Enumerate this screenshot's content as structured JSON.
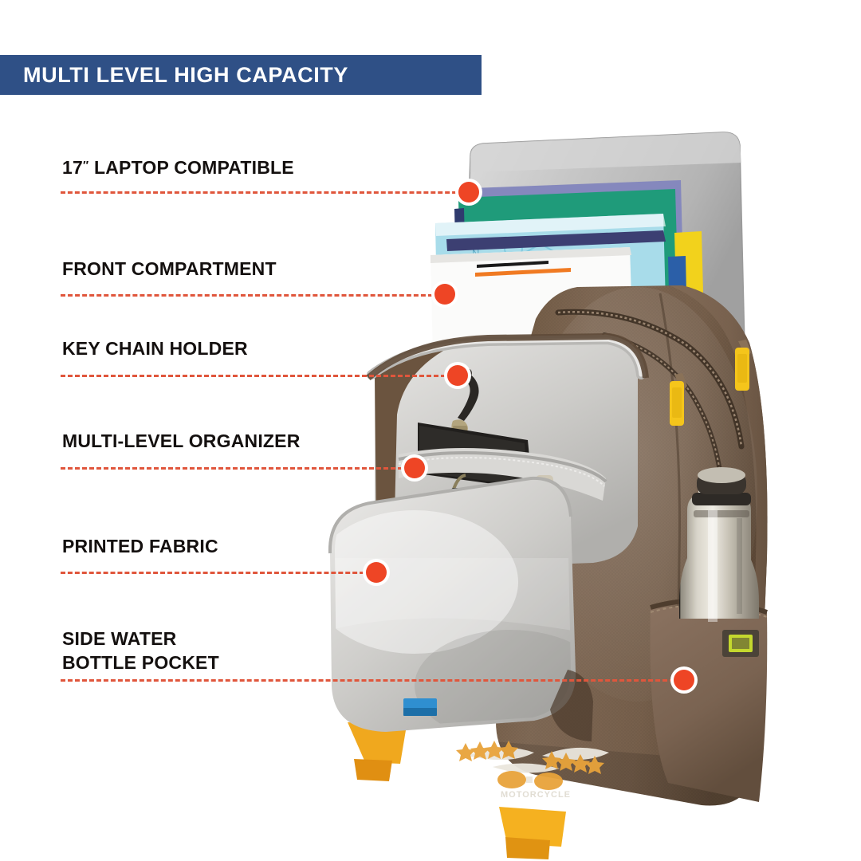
{
  "header": {
    "title": "MULTI LEVEL HIGH CAPACITY",
    "banner_color": "#2f5086",
    "banner_text_color": "#ffffff"
  },
  "accent": {
    "dot_color": "#ee4525",
    "dash_color": "#e0563c",
    "label_color": "#14100f"
  },
  "callouts": [
    {
      "id": "laptop",
      "label_main": "17",
      "label_sup": "″",
      "label_rest": "LAPTOP COMPATIBLE",
      "two_line": false
    },
    {
      "id": "front",
      "label_line1": "FRONT COMPARTMENT",
      "two_line": false
    },
    {
      "id": "keychain",
      "label_line1": "KEY CHAIN HOLDER",
      "two_line": false
    },
    {
      "id": "organizer",
      "label_line1": "MULTI-LEVEL ORGANIZER",
      "two_line": false
    },
    {
      "id": "fabric",
      "label_line1": "PRINTED FABRIC",
      "two_line": false
    },
    {
      "id": "bottle",
      "label_line1": "SIDE WATER",
      "label_line2": "BOTTLE POCKET",
      "two_line": true
    }
  ],
  "product": {
    "body_color": "#7a6050",
    "lining_color": "#d2d0cd",
    "zipper_pull_color": "#f5c51b",
    "bottom_strap_color": "#f0a81e",
    "bottle_color": "#b8b2a6",
    "logo_text": "MOTORCYCLE",
    "bottle_tag_color": "#c4d82e"
  },
  "contents": {
    "laptop_color": "#c9c9c9",
    "books": [
      "#7d7fb5",
      "#1f9b7a",
      "#9fd9e8",
      "#ffffff",
      "#f2d21c",
      "#2b5fa8"
    ]
  }
}
